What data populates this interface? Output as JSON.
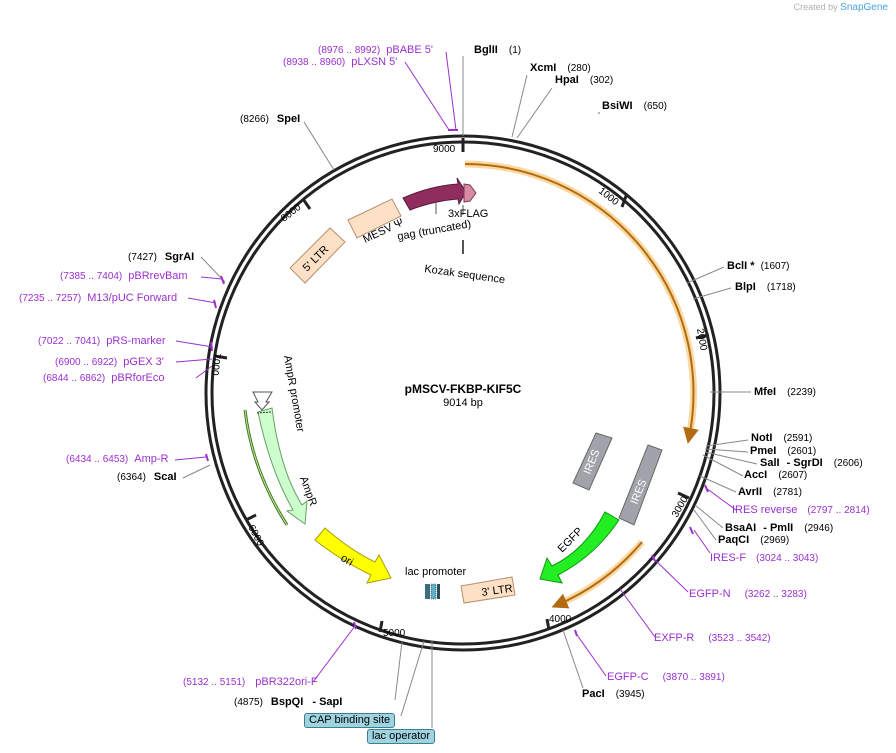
{
  "credit": {
    "prefix": "Created by",
    "brand": "SnapGene"
  },
  "plasmid": {
    "name": "pMSCV-FKBP-KIF5C",
    "length_label": "9014 bp"
  },
  "ticks": [
    "1000",
    "2000",
    "3000",
    "4000",
    "5000",
    "6000",
    "7000",
    "8000",
    "9000"
  ],
  "features": {
    "gag": "gag (truncated)",
    "flag": "3xFLAG",
    "kozak": "Kozak sequence",
    "mesv": "MESV Ψ",
    "ltr5": "5' LTR",
    "ires_a": "IRES",
    "ires_b": "IRES",
    "egfp": "EGFP",
    "ltr3": "3' LTR",
    "lacp": "lac promoter",
    "ori": "ori",
    "ampr": "AmpR",
    "amprp": "AmpR promoter"
  },
  "enzymes": [
    {
      "name": "BglII",
      "pos": "(1)"
    },
    {
      "name": "XcmI",
      "pos": "(280)"
    },
    {
      "name": "HpaI",
      "pos": "(302)"
    },
    {
      "name": "BsiWI",
      "pos": "(650)"
    },
    {
      "name": "BclI *",
      "pos": "(1607)"
    },
    {
      "name": "BlpI",
      "pos": "(1718)"
    },
    {
      "name": "MfeI",
      "pos": "(2239)"
    },
    {
      "name": "NotI",
      "pos": "(2591)"
    },
    {
      "name": "PmeI",
      "pos": "(2601)"
    },
    {
      "name": "SalI",
      "pos": ""
    },
    {
      "name": "- SgrDI",
      "pos": "(2606)"
    },
    {
      "name": "AccI",
      "pos": "(2607)"
    },
    {
      "name": "AvrII",
      "pos": "(2781)"
    },
    {
      "name": "BsaAI",
      "pos": ""
    },
    {
      "name": "- PmlI",
      "pos": "(2946)"
    },
    {
      "name": "PaqCI",
      "pos": "(2969)"
    },
    {
      "name": "PacI",
      "pos": "(3945)"
    },
    {
      "name": "BspQI",
      "pos": "(4875)"
    },
    {
      "name": "- SapI",
      "pos": ""
    },
    {
      "name": "ScaI",
      "pos": "(6364)"
    },
    {
      "name": "SgrAI",
      "pos": "(7427)"
    },
    {
      "name": "SpeI",
      "pos": "(8266)"
    }
  ],
  "primers": [
    {
      "name": "pBABE 5'",
      "pos": "(8976 .. 8992)"
    },
    {
      "name": "pLXSN 5'",
      "pos": "(8938 .. 8960)"
    },
    {
      "name": "pBRrevBam",
      "pos": "(7385 .. 7404)"
    },
    {
      "name": "M13/pUC Forward",
      "pos": "(7235 .. 7257)"
    },
    {
      "name": "pRS-marker",
      "pos": "(7022 .. 7041)"
    },
    {
      "name": "pGEX 3'",
      "pos": "(6900 .. 6922)"
    },
    {
      "name": "pBRforEco",
      "pos": "(6844 .. 6862)"
    },
    {
      "name": "Amp-R",
      "pos": "(6434 .. 6453)"
    },
    {
      "name": "IRES reverse",
      "pos": "(2797 .. 2814)"
    },
    {
      "name": "IRES-F",
      "pos": "(3024 .. 3043)"
    },
    {
      "name": "EGFP-N",
      "pos": "(3262 .. 3283)"
    },
    {
      "name": "EXFP-R",
      "pos": "(3523 .. 3542)"
    },
    {
      "name": "EGFP-C",
      "pos": "(3870 .. 3891)"
    },
    {
      "name": "pBR322ori-F",
      "pos": "(5132 .. 5151)"
    }
  ],
  "boxed": {
    "cap": "CAP binding site",
    "lacop": "lac operator"
  },
  "colors": {
    "ring": "#222222",
    "enzyme_line": "#777777",
    "primer": "#9b30d0",
    "orange_arc": "#f4a520",
    "gag": "#8f2d5f",
    "flag": "#d88aa5",
    "ltr": "#fde0c5",
    "ires": "#a0a4aa",
    "egfp": "#22ee22",
    "ori": "#ffff00",
    "ampr": "#ccffcc",
    "box": "#9fd3df"
  }
}
